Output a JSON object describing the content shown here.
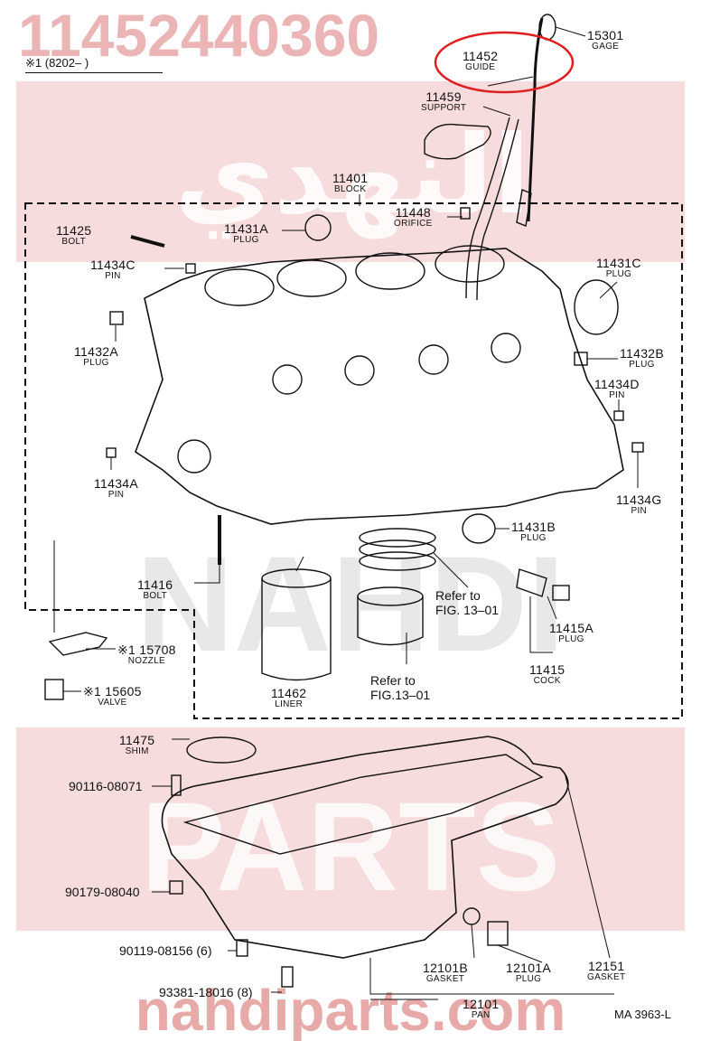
{
  "watermark": {
    "top_code": "11452440360",
    "arabic_brand": "النهدي",
    "latin_brand": "NAHDI",
    "parts_word": "PARTS",
    "bottom_url": "nahdiparts.com",
    "color": "#e8a9a9"
  },
  "header": {
    "note": "※1 (8202–     )"
  },
  "highlight_color": "#e02020",
  "parts": [
    {
      "id": "15301",
      "name": "GAGE"
    },
    {
      "id": "11452",
      "name": "GUIDE"
    },
    {
      "id": "11459",
      "name": "SUPPORT"
    },
    {
      "id": "11401",
      "name": "BLOCK"
    },
    {
      "id": "11448",
      "name": "ORIFICE"
    },
    {
      "id": "11425",
      "name": "BOLT"
    },
    {
      "id": "11431A",
      "name": "PLUG"
    },
    {
      "id": "11434C",
      "name": "PIN"
    },
    {
      "id": "11431C",
      "name": "PLUG"
    },
    {
      "id": "11432A",
      "name": "PLUG"
    },
    {
      "id": "11432B",
      "name": "PLUG"
    },
    {
      "id": "11434D",
      "name": "PIN"
    },
    {
      "id": "11434A",
      "name": "PIN"
    },
    {
      "id": "11434G",
      "name": "PIN"
    },
    {
      "id": "11431B",
      "name": "PLUG"
    },
    {
      "id": "11416",
      "name": "BOLT"
    },
    {
      "id": "11462",
      "name": "LINER"
    },
    {
      "id": "11415A",
      "name": "PLUG"
    },
    {
      "id": "11415",
      "name": "COCK"
    },
    {
      "id": "※1 15708",
      "name": "NOZZLE"
    },
    {
      "id": "※1 15605",
      "name": "VALVE"
    },
    {
      "id": "11475",
      "name": "SHIM"
    },
    {
      "id": "12101B",
      "name": "GASKET"
    },
    {
      "id": "12101A",
      "name": "PLUG"
    },
    {
      "id": "12151",
      "name": "GASKET"
    },
    {
      "id": "12101",
      "name": "PAN"
    }
  ],
  "fasteners": [
    "90116-08071",
    "90179-08040",
    "90119-08156 (6)",
    "93381-18016 (8)"
  ],
  "refs": {
    "rings": [
      "Refer to",
      "FIG. 13–01"
    ],
    "piston": [
      "Refer to",
      "FIG.13–01"
    ]
  },
  "footer": {
    "fig_code": "MA  3963-L"
  }
}
